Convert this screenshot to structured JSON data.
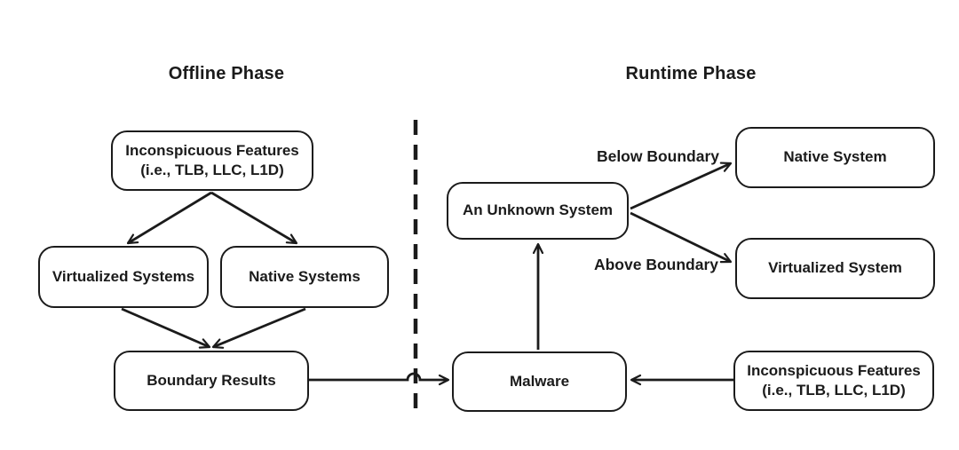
{
  "figure": {
    "background": "#ffffff",
    "stroke_color": "#1b1b1b",
    "phases": {
      "offline": {
        "title": "Offline Phase",
        "nodes": {
          "features": {
            "line1": "Inconspicuous Features",
            "line2": "(i.e., TLB, LLC, L1D)"
          },
          "virtualized": {
            "label": "Virtualized Systems"
          },
          "native": {
            "label": "Native Systems"
          },
          "boundary": {
            "label": "Boundary Results"
          }
        }
      },
      "runtime": {
        "title": "Runtime Phase",
        "nodes": {
          "unknown": {
            "label": "An Unknown System"
          },
          "native": {
            "label": "Native System"
          },
          "virtualized": {
            "label": "Virtualized System"
          },
          "malware": {
            "label": "Malware"
          },
          "features": {
            "line1": "Inconspicuous Features",
            "line2": "(i.e., TLB, LLC, L1D)"
          }
        },
        "edge_labels": {
          "below": "Below Boundary",
          "above": "Above Boundary"
        }
      }
    }
  }
}
